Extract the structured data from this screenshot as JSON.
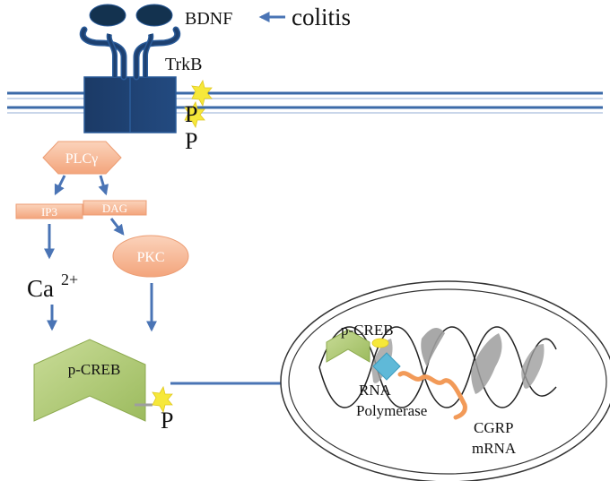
{
  "labels": {
    "bdnf": "BDNF",
    "colitis": "colitis",
    "trkb": "TrkB",
    "phospho_1": "P",
    "phospho_2": "P",
    "plc": "PLCγ",
    "ip3": "IP3",
    "dag": "DAG",
    "pkc": "PKC",
    "ca": "Ca",
    "ca_sup": "2+",
    "pcreb_cyto": "p-CREB",
    "phospho_cyto": "P",
    "pcreb_nuc": "p-CREB",
    "rna": "RNA",
    "polymerase": "Polymerase",
    "cgrp": "CGRP",
    "mrna": "mRNA"
  },
  "colors": {
    "receptor_fill": "#1d4070",
    "receptor_stroke": "#2b5c9a",
    "membrane": "#3b6aa8",
    "arrow": "#4a74b5",
    "phospho": "#f6e83a",
    "pink": "#f5b48f",
    "pink_stroke": "#ec9d74",
    "green": "#aec776",
    "polymerase": "#5fb9d8",
    "mrna": "#f29a58",
    "dna": "#9e9e9e"
  }
}
